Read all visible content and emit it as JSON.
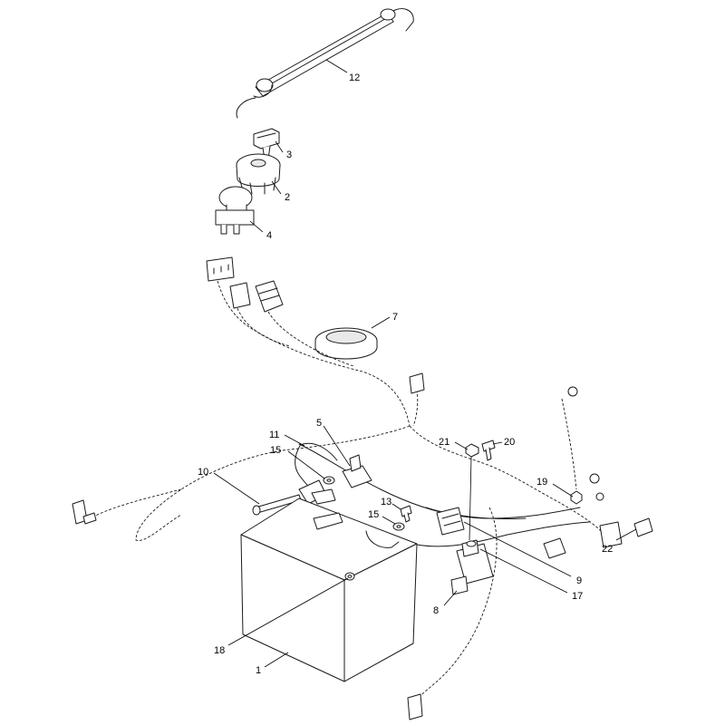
{
  "callouts": [
    {
      "id": "c12",
      "label": "12"
    },
    {
      "id": "c3",
      "label": "3"
    },
    {
      "id": "c2",
      "label": "2"
    },
    {
      "id": "c4",
      "label": "4"
    },
    {
      "id": "c7",
      "label": "7"
    },
    {
      "id": "c11",
      "label": "11"
    },
    {
      "id": "c5",
      "label": "5"
    },
    {
      "id": "c15a",
      "label": "15"
    },
    {
      "id": "c10",
      "label": "10"
    },
    {
      "id": "c21",
      "label": "21"
    },
    {
      "id": "c20",
      "label": "20"
    },
    {
      "id": "c19",
      "label": "19"
    },
    {
      "id": "c13",
      "label": "13"
    },
    {
      "id": "c15b",
      "label": "15"
    },
    {
      "id": "c22",
      "label": "22"
    },
    {
      "id": "c9",
      "label": "9"
    },
    {
      "id": "c17",
      "label": "17"
    },
    {
      "id": "c8",
      "label": "8"
    },
    {
      "id": "c18",
      "label": "18"
    },
    {
      "id": "c1",
      "label": "1"
    }
  ]
}
